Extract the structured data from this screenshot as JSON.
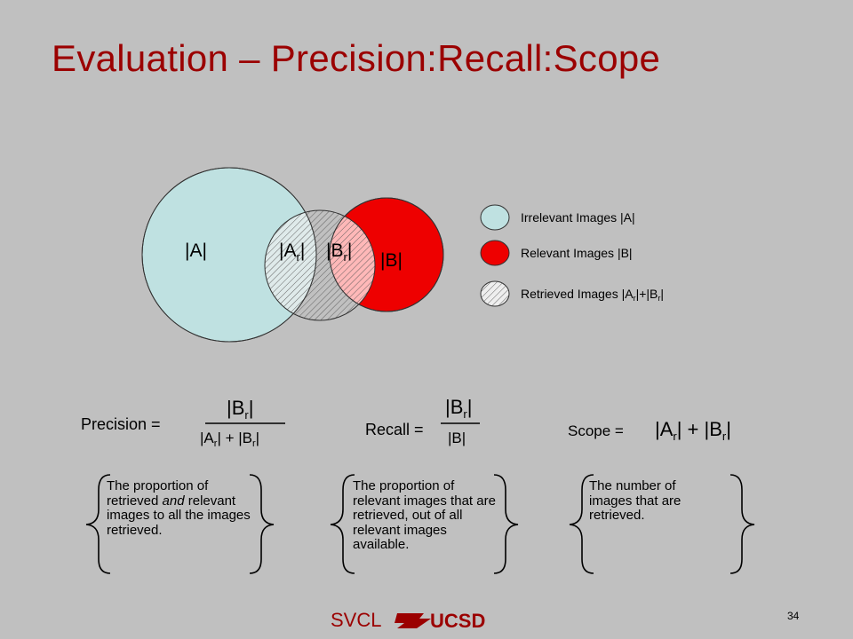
{
  "slide": {
    "title": "Evaluation – Precision:Recall:Scope",
    "page_number": "34",
    "footer_left": "SVCL",
    "footer_logo": "UCSD"
  },
  "venn": {
    "label_a": "|A|",
    "label_ar_base": "|A",
    "label_br_base": "|B",
    "label_b": "|B|"
  },
  "legend": {
    "irrelevant": "Irrelevant Images |A|",
    "relevant": "Relevant Images |B|",
    "retrieved_prefix": "Retrieved Images |A",
    "retrieved_mid": "|+|B",
    "retrieved_end": "|"
  },
  "formulas": {
    "sub": "r",
    "bar": "|",
    "precision_label": "Precision =",
    "precision_num_base": "|B",
    "precision_den_a": "|A",
    "precision_den_plus": "| + |B",
    "recall_label": "Recall =",
    "recall_num_base": "|B",
    "recall_den": "|B|",
    "scope_label": "Scope =",
    "scope_a": "|A",
    "scope_plus": "| + |B"
  },
  "descriptions": {
    "precision_pre": "The proportion of retrieved ",
    "precision_em": "and",
    "precision_post": " relevant images to all the images retrieved.",
    "recall": "The proportion of relevant images that are retrieved, out of all relevant images available.",
    "scope": "The number of images that are retrieved."
  }
}
